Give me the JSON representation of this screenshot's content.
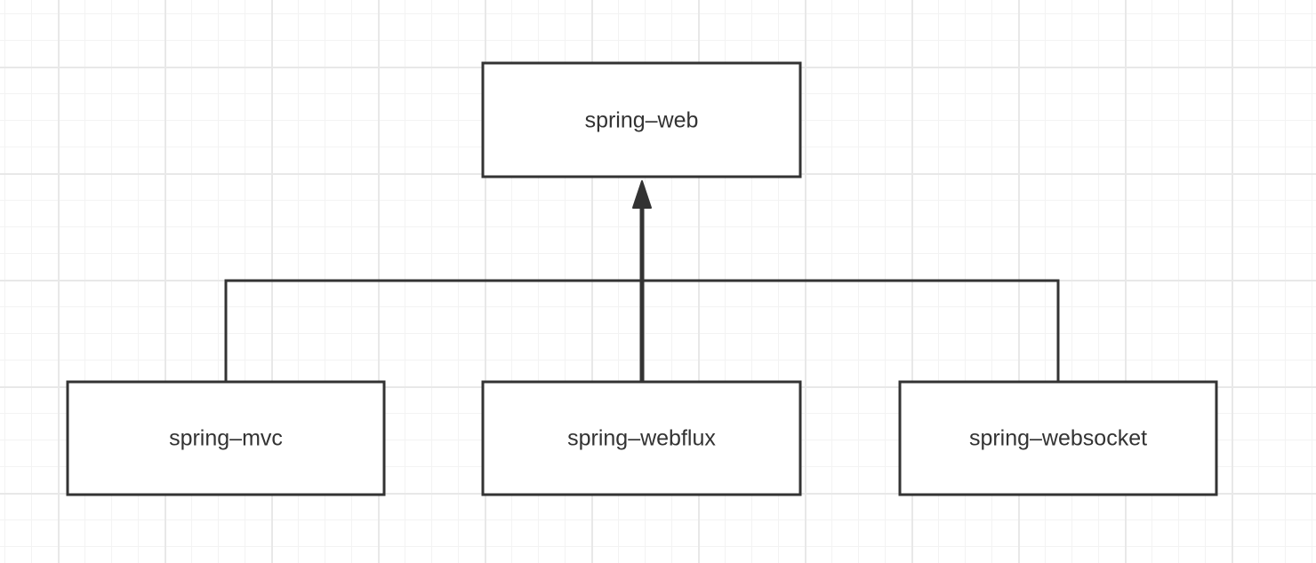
{
  "diagram": {
    "type": "inheritance-tree",
    "parent": {
      "id": "spring-web",
      "label": "spring–web"
    },
    "children": [
      {
        "id": "spring-mvc",
        "label": "spring–mvc"
      },
      {
        "id": "spring-webflux",
        "label": "spring–webflux"
      },
      {
        "id": "spring-websocket",
        "label": "spring–websocket"
      }
    ],
    "edges": [
      {
        "from": "spring-mvc",
        "to": "spring-web"
      },
      {
        "from": "spring-webflux",
        "to": "spring-web"
      },
      {
        "from": "spring-websocket",
        "to": "spring-web"
      }
    ],
    "colors": {
      "stroke": "#333333",
      "fill": "#ffffff",
      "grid_major": "#e8e8e8",
      "grid_minor": "#f3f3f3"
    }
  }
}
